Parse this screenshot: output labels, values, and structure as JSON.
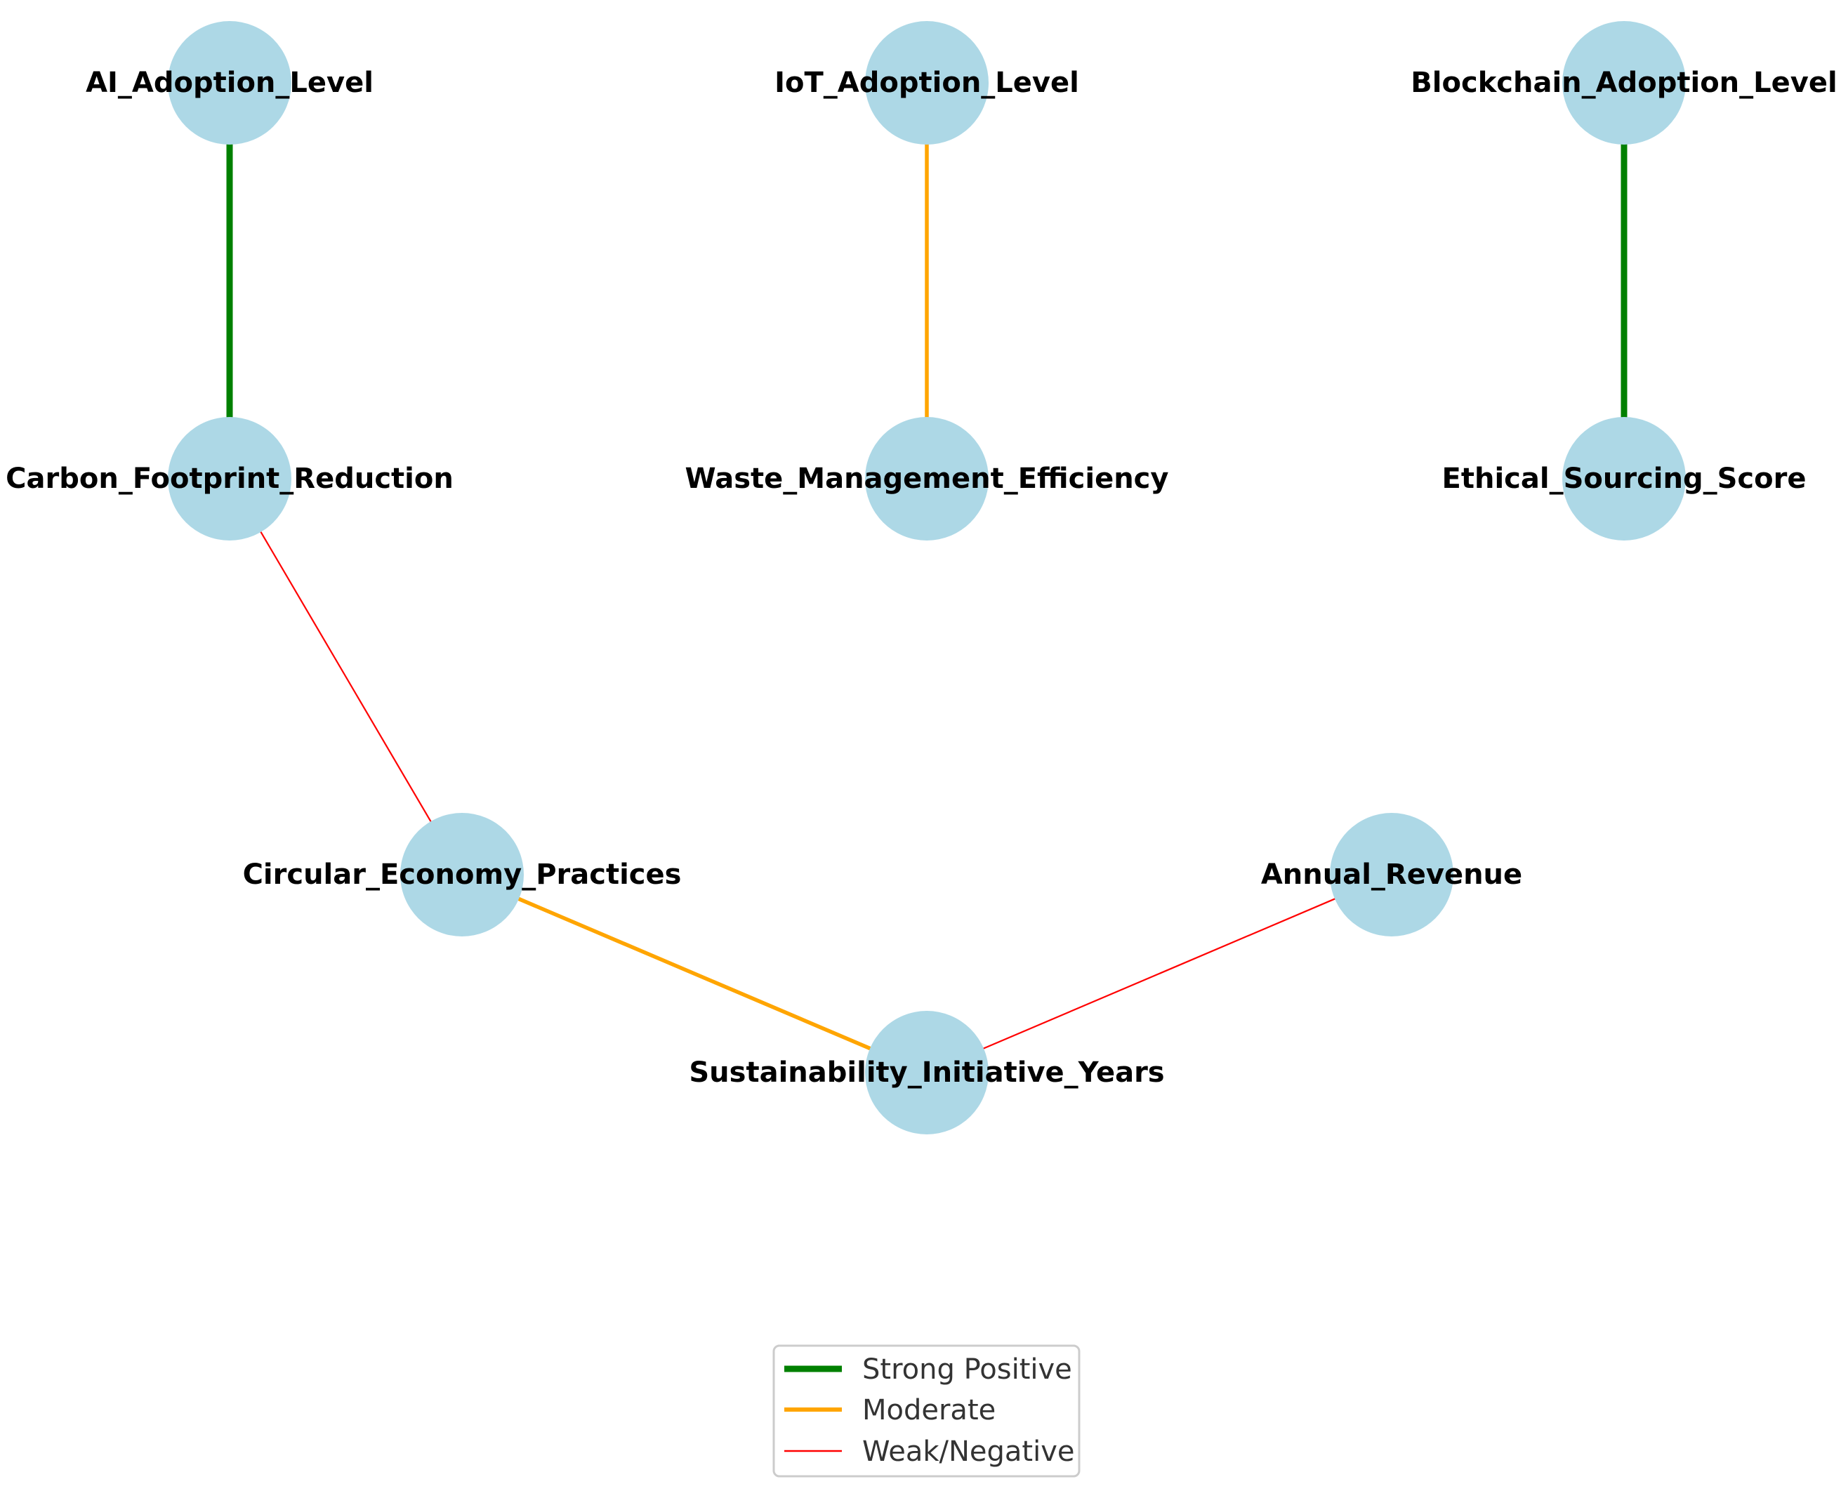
{
  "colors": {
    "node_fill": "#add8e6",
    "strong": "#008000",
    "moderate": "#ffa500",
    "weak": "#ff0000"
  },
  "nodes": [
    {
      "id": "ai",
      "label": "AI_Adoption_Level"
    },
    {
      "id": "iot",
      "label": "IoT_Adoption_Level"
    },
    {
      "id": "blockchain",
      "label": "Blockchain_Adoption_Level"
    },
    {
      "id": "carbon",
      "label": "Carbon_Footprint_Reduction"
    },
    {
      "id": "waste",
      "label": "Waste_Management_Efficiency"
    },
    {
      "id": "ethical",
      "label": "Ethical_Sourcing_Score"
    },
    {
      "id": "circular",
      "label": "Circular_Economy_Practices"
    },
    {
      "id": "revenue",
      "label": "Annual_Revenue"
    },
    {
      "id": "sustainability",
      "label": "Sustainability_Initiative_Years"
    }
  ],
  "edges": [
    {
      "from": "ai",
      "to": "carbon",
      "strength": "strong"
    },
    {
      "from": "iot",
      "to": "waste",
      "strength": "moderate"
    },
    {
      "from": "blockchain",
      "to": "ethical",
      "strength": "strong"
    },
    {
      "from": "carbon",
      "to": "circular",
      "strength": "weak"
    },
    {
      "from": "circular",
      "to": "sustainability",
      "strength": "moderate"
    },
    {
      "from": "revenue",
      "to": "sustainability",
      "strength": "weak"
    }
  ],
  "legend": {
    "placement": "bottom-center",
    "items": [
      {
        "strength": "strong",
        "label": "Strong Positive"
      },
      {
        "strength": "moderate",
        "label": "Moderate"
      },
      {
        "strength": "weak",
        "label": "Weak/Negative"
      }
    ]
  }
}
